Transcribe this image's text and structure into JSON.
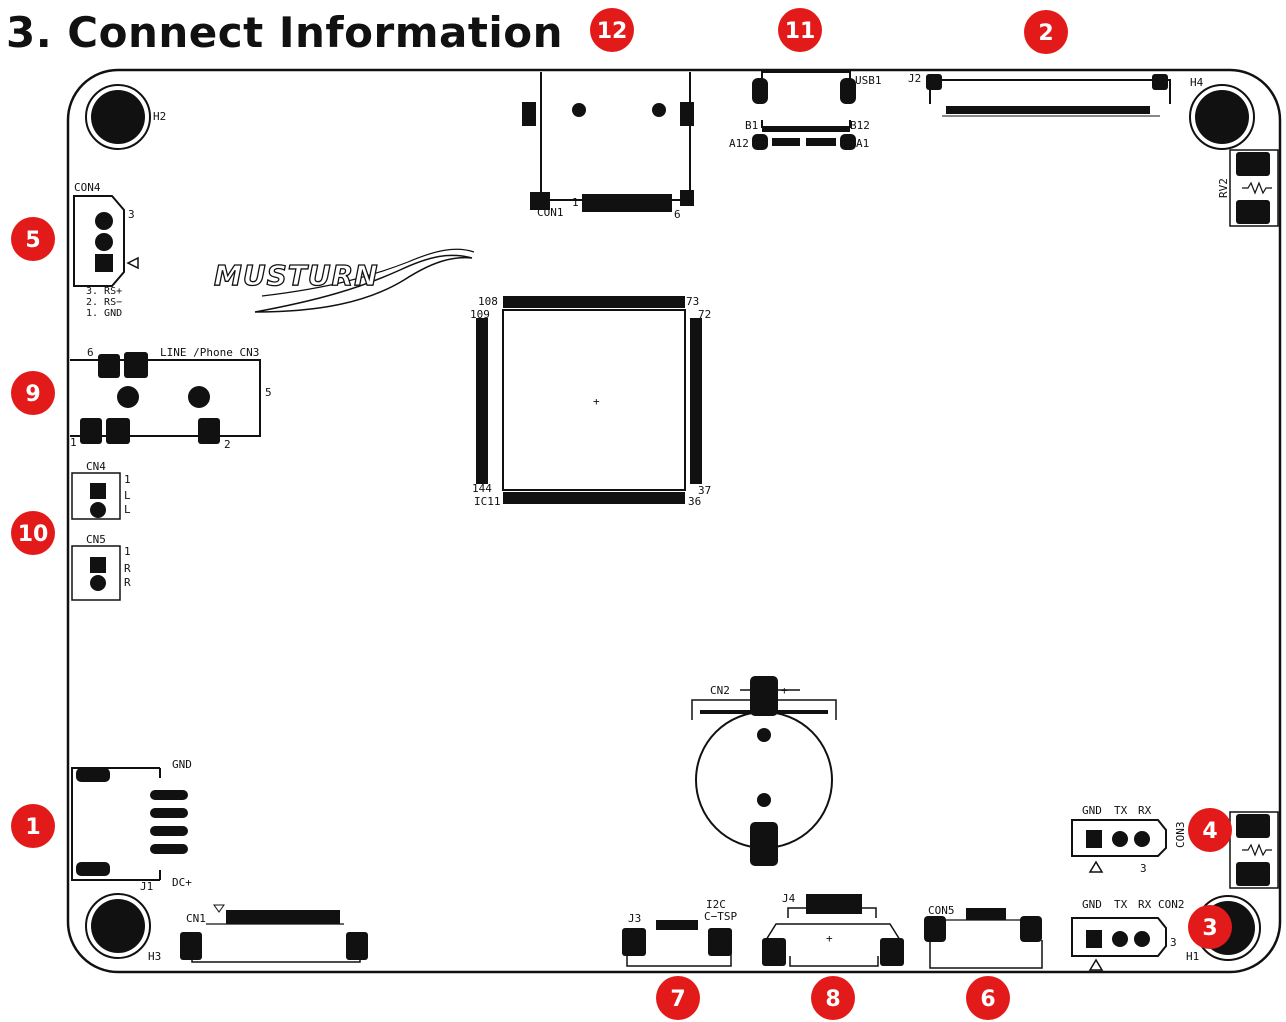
{
  "title": "3. Connect Information",
  "logo_text": "MUSTURN",
  "colors": {
    "badge": "#e31a1a",
    "board_outline": "#111111",
    "pad": "#111111"
  },
  "callouts": [
    "1",
    "2",
    "3",
    "4",
    "5",
    "6",
    "7",
    "8",
    "9",
    "10",
    "11",
    "12"
  ],
  "labels": {
    "h1": "H1",
    "h2": "H2",
    "h3": "H3",
    "h4": "H4",
    "con1": "CON1",
    "con1_pin1": "1",
    "con1_pin6": "6",
    "usb1": "USB1",
    "usb_b1": "B1",
    "usb_b12": "B12",
    "usb_a12": "A12",
    "usb_a1": "A1",
    "j2": "J2",
    "rv2": "RV2",
    "con4": "CON4",
    "con4_pin3": "3",
    "rs_plus": "3. RS+",
    "rs_minus": "2. RS−",
    "gnd_line": "1. GND",
    "line_phone": "LINE /Phone  CN3",
    "cn3_pin6": "6",
    "cn3_pin5": "5",
    "cn3_pin1": "1",
    "cn3_pin2": "2",
    "cn4": "CN4",
    "cn4_pin1": "1",
    "cn4_l1": "L",
    "cn4_l2": "L",
    "cn5": "CN5",
    "cn5_pin1": "1",
    "cn5_r1": "R",
    "cn5_r2": "R",
    "ic_108": "108",
    "ic_73": "73",
    "ic_109": "109",
    "ic_72": "72",
    "ic_144": "144",
    "ic_37": "37",
    "ic_name": "IC11",
    "ic_36": "36",
    "cn2_batt": "CN2",
    "gnd": "GND",
    "dc_plus": "DC+",
    "j1": "J1",
    "con3_gnd": "GND",
    "con3_tx": "TX",
    "con3_rx": "RX",
    "con3": "CON3",
    "con3_pin3": "3",
    "con2_gnd": "GND",
    "con2_tx": "TX",
    "con2_rx": "RX",
    "con2": "CON2",
    "con2_pin3": "3",
    "cn1": "CN1",
    "j3": "J3",
    "i2c": "I2C",
    "c_tsp": "C−TSP",
    "j4": "J4",
    "con5": "CON5"
  }
}
